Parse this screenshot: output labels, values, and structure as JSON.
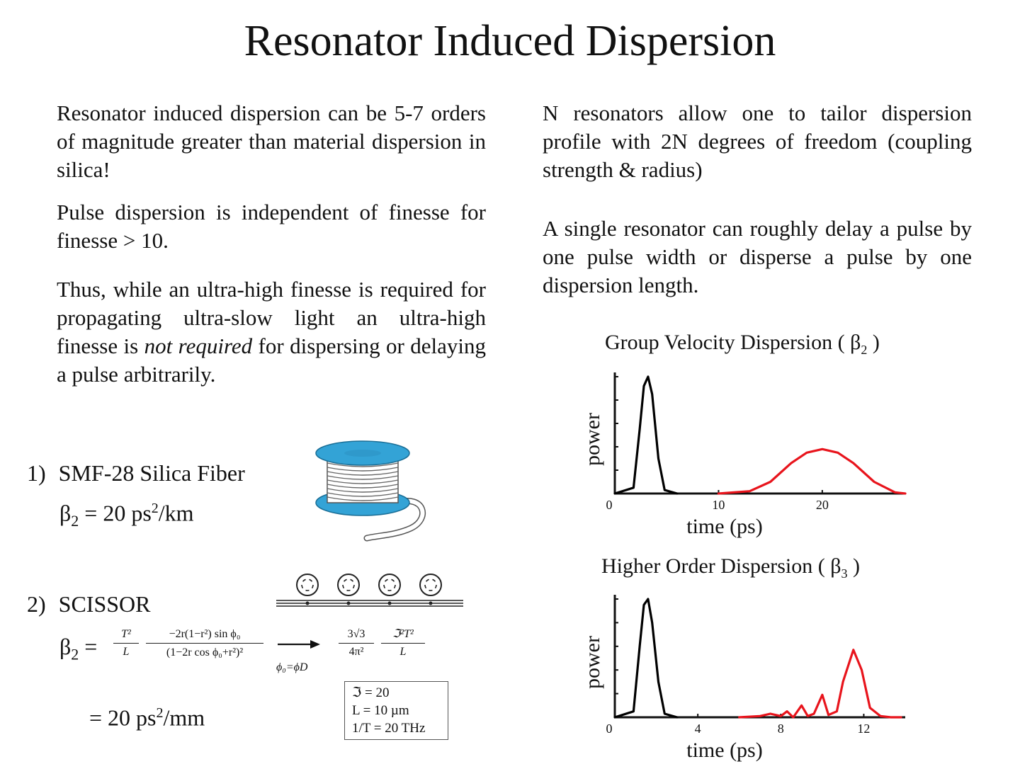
{
  "title": "Resonator Induced Dispersion",
  "left_column": {
    "p1": "Resonator induced dispersion can be 5-7 orders of magnitude greater than material dispersion in silica!",
    "p2": "Pulse dispersion is independent of finesse for finesse > 10.",
    "p3_a": "Thus, while an ultra-high finesse is required for propagating ultra-slow light an ultra-high finesse is ",
    "p3_em": "not required",
    "p3_b": " for dispersing or delaying a pulse arbitrarily."
  },
  "right_column": {
    "p1": "N resonators allow one to tailor dispersion profile with 2N degrees of freedom (coupling strength & radius)",
    "p2": "A single resonator can roughly delay a pulse by one pulse width or disperse a pulse by one dispersion length."
  },
  "items": [
    {
      "number": "1)",
      "label": "SMF-28 Silica Fiber",
      "formula_symbol": "β",
      "formula_sub": "2",
      "formula_eq": " = 20 ps",
      "formula_sup": "2",
      "formula_unit": "/km"
    },
    {
      "number": "2)",
      "label": "SCISSOR",
      "formula_symbol": "β",
      "formula_sub": "2",
      "formula_eq": " = ",
      "frac1_num": "T²",
      "frac1_den": "L",
      "frac2_num": "−2r(1−r²) sin ϕ₀",
      "frac2_den": "(1−2r cos ϕ₀+r²)²",
      "arrow_label": "ϕ₀=ϕD",
      "frac3_num": "3√3",
      "frac3_den": "4π²",
      "frac4_num": "ℑ²T²",
      "frac4_den": "L",
      "result_eq": "= 20 ps",
      "result_sup": "2",
      "result_unit": "/mm",
      "params": [
        "ℑ = 20",
        "L = 10 µm",
        "1/T = 20 THz"
      ]
    }
  ],
  "colors": {
    "spool": "#33a3d6",
    "input_pulse": "#000000",
    "output_pulse": "#e8141c"
  },
  "chart_data": [
    {
      "type": "line",
      "title": "Group Velocity Dispersion ( β",
      "title_sub": "2",
      "title_end": " )",
      "xlabel": "time (ps)",
      "ylabel": "power",
      "x_ticks": [
        0,
        10,
        20
      ],
      "xlim": [
        0,
        28
      ],
      "series": [
        {
          "color": "#000000",
          "x": [
            0,
            1.8,
            2.4,
            2.8,
            3.2,
            3.6,
            4.2,
            4.8,
            6
          ],
          "y": [
            0,
            0.05,
            0.55,
            0.92,
            1.0,
            0.85,
            0.3,
            0.03,
            0
          ]
        },
        {
          "color": "#e8141c",
          "x": [
            10,
            13,
            15,
            17,
            18.5,
            20,
            21.5,
            23,
            25,
            27,
            28
          ],
          "y": [
            0,
            0.02,
            0.1,
            0.26,
            0.35,
            0.38,
            0.35,
            0.26,
            0.1,
            0.01,
            0
          ]
        }
      ]
    },
    {
      "type": "line",
      "title": "Higher Order Dispersion ( β",
      "title_sub": "3",
      "title_end": " )",
      "xlabel": "time (ps)",
      "ylabel": "power",
      "x_ticks": [
        0,
        4,
        8,
        12
      ],
      "xlim": [
        0,
        14
      ],
      "series": [
        {
          "color": "#000000",
          "x": [
            0,
            0.9,
            1.2,
            1.4,
            1.6,
            1.8,
            2.1,
            2.4,
            3
          ],
          "y": [
            0,
            0.05,
            0.6,
            0.95,
            1.0,
            0.8,
            0.3,
            0.03,
            0
          ]
        },
        {
          "color": "#e8141c",
          "x": [
            6,
            7,
            7.5,
            8,
            8.3,
            8.6,
            9,
            9.3,
            9.6,
            10,
            10.3,
            10.7,
            11,
            11.5,
            11.9,
            12.3,
            12.8,
            13.3,
            13.8
          ],
          "y": [
            0,
            0.01,
            0.03,
            0.01,
            0.05,
            0.0,
            0.1,
            0.01,
            0.03,
            0.19,
            0.02,
            0.05,
            0.3,
            0.57,
            0.4,
            0.08,
            0.01,
            0,
            0
          ]
        }
      ]
    }
  ]
}
